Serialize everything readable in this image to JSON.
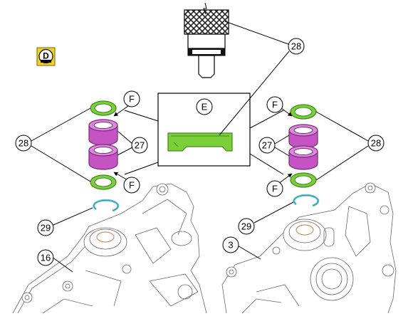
{
  "callouts": {
    "press_tool_28": "28",
    "left_rings_28": "28",
    "right_rings_28": "28",
    "left_bushing_27": "27",
    "right_bushing_27": "27",
    "left_circlip_29": "29",
    "right_circlip_29": "29",
    "left_case_16": "16",
    "right_case_3": "3",
    "detail_E": "E",
    "left_grease_top_F": "F",
    "left_grease_bottom_F": "F",
    "right_grease_top_F": "F",
    "right_grease_bottom_F": "F"
  },
  "badge": {
    "letter": "D"
  },
  "colors": {
    "ring_green": "#7bd03a",
    "ring_green_dark": "#3e8a1a",
    "bushing_purple": "#c553c4",
    "bushing_purple_dark": "#7a2a7a",
    "circlip_blue": "#5fc7d8",
    "badge_yellow": "#f3d21b",
    "bore_accent": "#c87a40"
  }
}
